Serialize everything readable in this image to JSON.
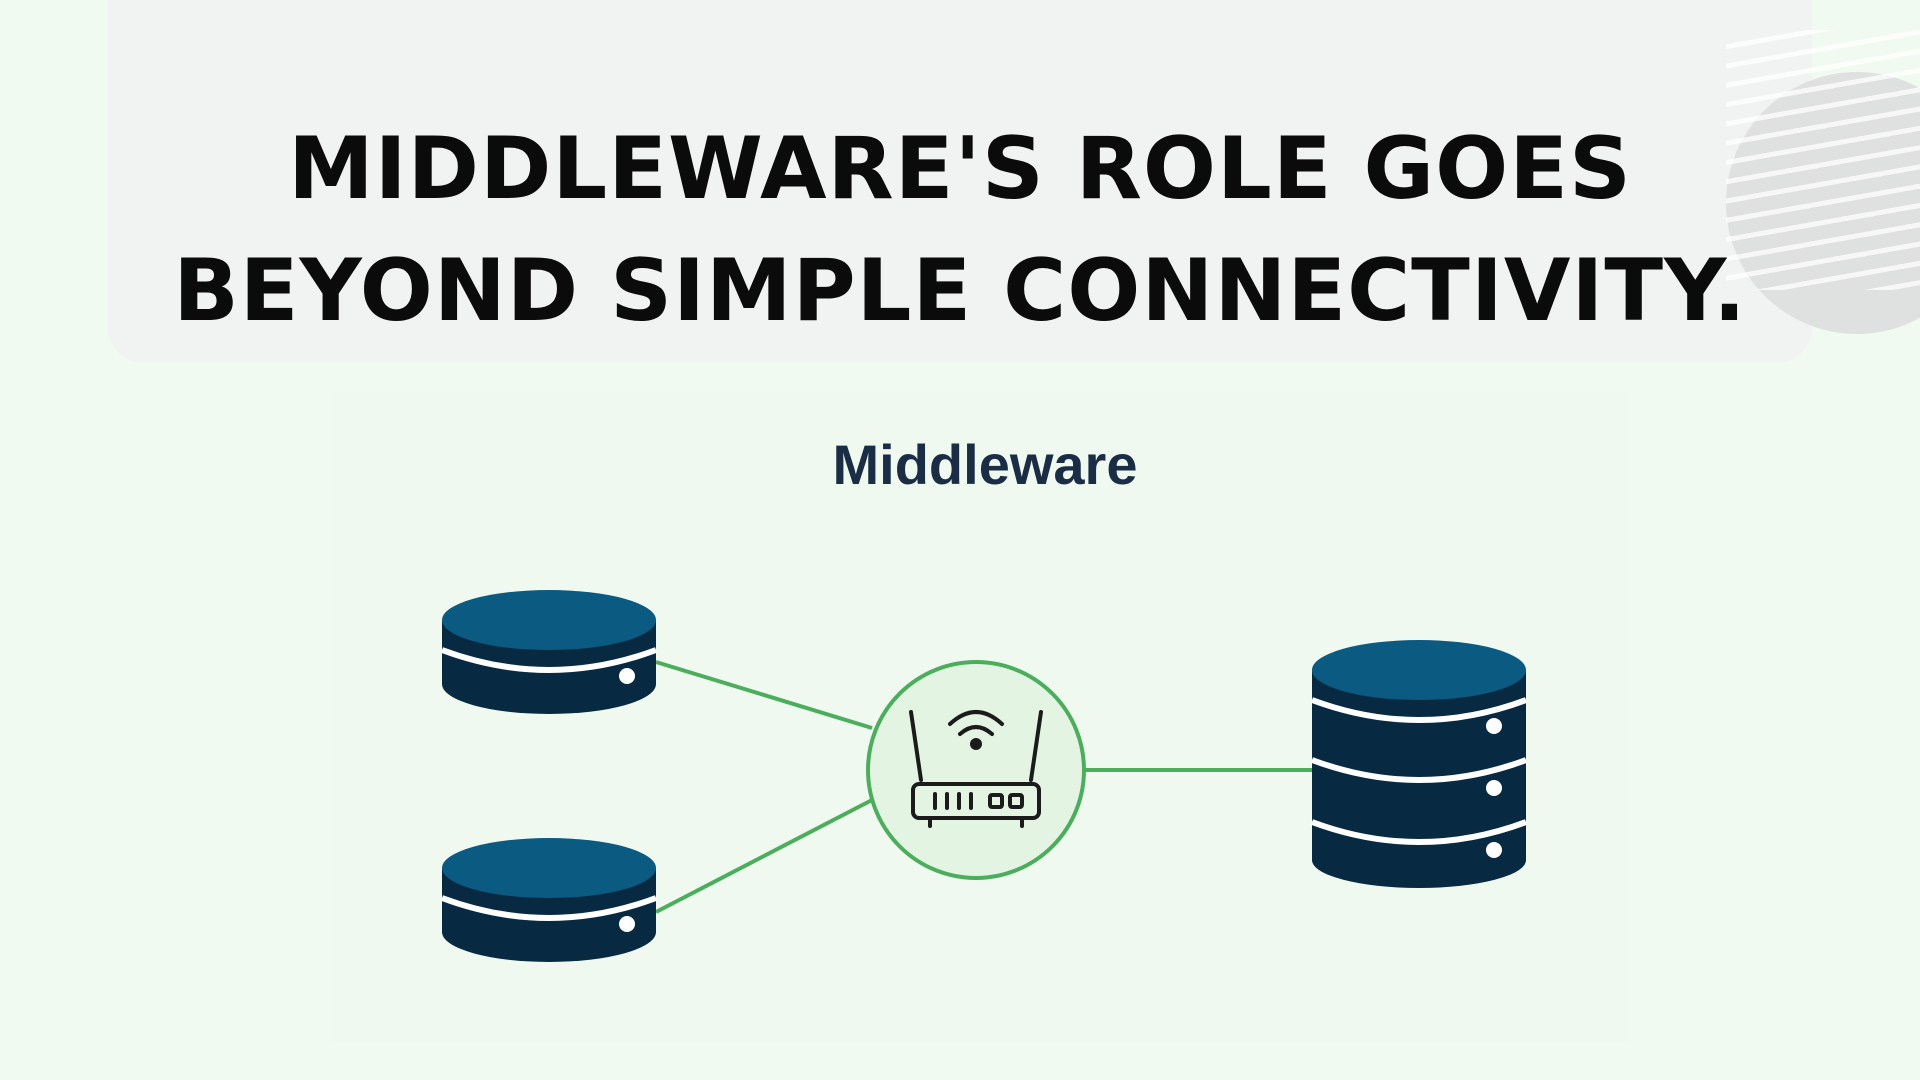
{
  "headline": {
    "line1": "MIDDLEWARE'S ROLE GOES",
    "line2": "BEYOND SIMPLE CONNECTIVITY."
  },
  "diagram": {
    "title": "Middleware",
    "nodes": [
      {
        "id": "db-top-left",
        "type": "database",
        "disks": 1
      },
      {
        "id": "db-bottom-left",
        "type": "database",
        "disks": 1
      },
      {
        "id": "router",
        "type": "router",
        "icon": "wifi-router-icon"
      },
      {
        "id": "db-right",
        "type": "database",
        "disks": 3
      }
    ],
    "edges": [
      {
        "from": "db-top-left",
        "to": "router"
      },
      {
        "from": "db-bottom-left",
        "to": "router"
      },
      {
        "from": "router",
        "to": "db-right"
      }
    ],
    "colors": {
      "disk_top": "#0b5a82",
      "disk_body": "#072a42",
      "link": "#4cae5c",
      "router_fill": "#e3f4e2",
      "router_icon": "#1b1b1b"
    }
  }
}
